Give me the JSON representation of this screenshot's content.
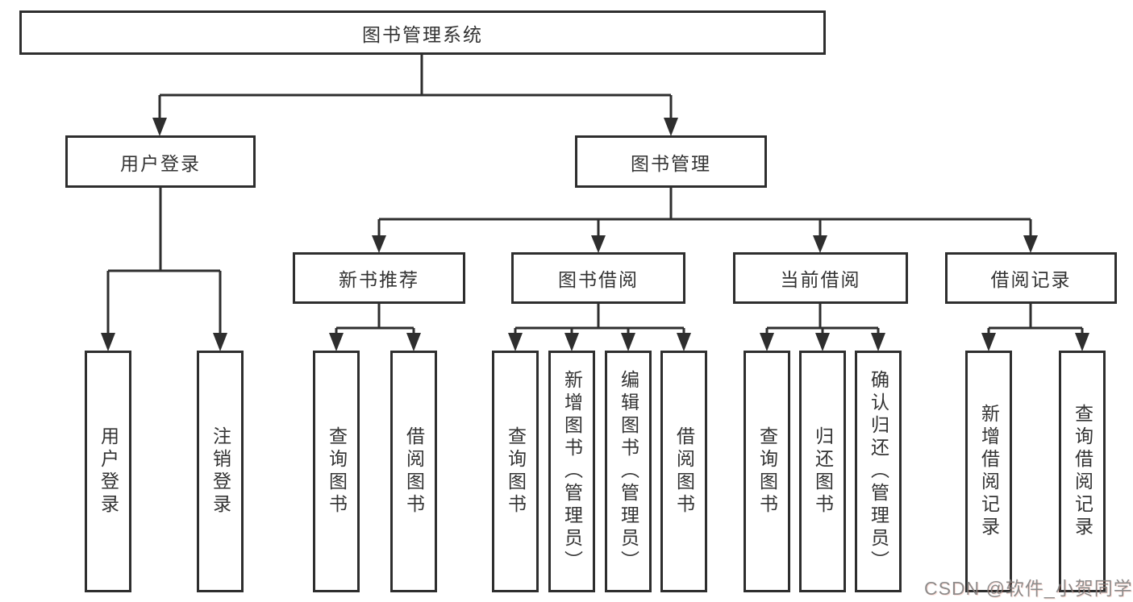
{
  "tree": {
    "root": {
      "label": "图书管理系统"
    },
    "children": [
      {
        "label": "用户登录",
        "children": [
          {
            "label": "用户登录"
          },
          {
            "label": "注销登录"
          }
        ]
      },
      {
        "label": "图书管理",
        "children": [
          {
            "label": "新书推荐",
            "children": [
              {
                "label": "查询图书"
              },
              {
                "label": "借阅图书"
              }
            ]
          },
          {
            "label": "图书借阅",
            "children": [
              {
                "label": "查询图书"
              },
              {
                "label": "新增图书（管理员）"
              },
              {
                "label": "编辑图书（管理员）"
              },
              {
                "label": "借阅图书"
              }
            ]
          },
          {
            "label": "当前借阅",
            "children": [
              {
                "label": "查询图书"
              },
              {
                "label": "归还图书"
              },
              {
                "label": "确认归还（管理员）"
              }
            ]
          },
          {
            "label": "借阅记录",
            "children": [
              {
                "label": "新增借阅记录"
              },
              {
                "label": "查询借阅记录"
              }
            ]
          }
        ]
      }
    ]
  },
  "watermark": {
    "text": "CSDN @软件_小贺同学"
  },
  "colors": {
    "line": "#2e2e2e",
    "text": "#333333",
    "background": "#ffffff"
  }
}
